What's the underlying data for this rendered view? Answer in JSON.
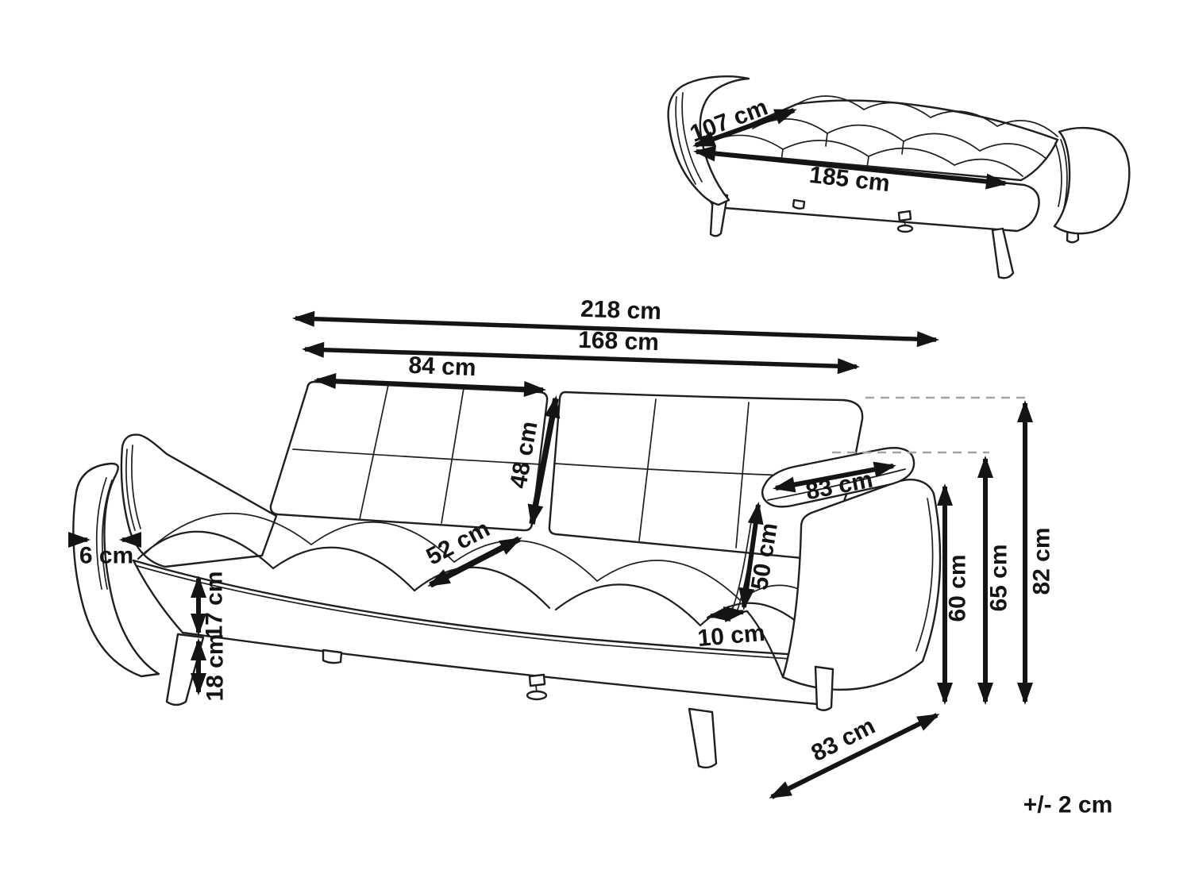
{
  "colors": {
    "line": "#1f1f1f",
    "arrow": "#141414",
    "dash": "#a3a3a3",
    "bg": "#ffffff"
  },
  "labels": {
    "overall_width": "218 cm",
    "inner_width": "168 cm",
    "backrest_section_width": "84 cm",
    "backrest_height": "48 cm",
    "seat_depth": "52 cm",
    "armrest_length": "83 cm",
    "armrest_inner_height": "50 cm",
    "armrest_thickness": "10 cm",
    "back_gap": "6 cm",
    "frame_height": "17 cm",
    "leg_height": "18 cm",
    "arm_height": "60 cm",
    "backrest_shoulder_height": "65 cm",
    "overall_height": "82 cm",
    "overall_depth": "83 cm",
    "bed_width": "107 cm",
    "bed_length": "185 cm",
    "tolerance": "+/- 2 cm"
  }
}
